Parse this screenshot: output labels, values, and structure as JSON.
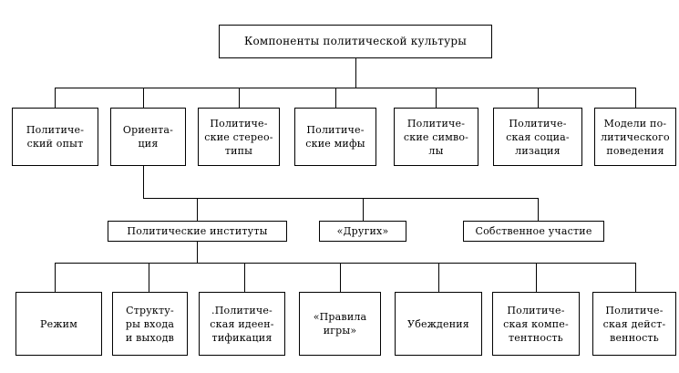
{
  "diagram": {
    "type": "hierarchical-org-chart",
    "language": "ru",
    "title_node": {
      "id": "root",
      "label": "Компоненты политической культуры"
    },
    "level2": [
      {
        "id": "l2-1",
        "label": "Политиче-\nский опыт"
      },
      {
        "id": "l2-2",
        "label": "Ориента-\nция"
      },
      {
        "id": "l2-3",
        "label": "Политиче-\nские стерео-\nтипы"
      },
      {
        "id": "l2-4",
        "label": "Политиче-\nские мифы"
      },
      {
        "id": "l2-5",
        "label": "Политиче-\nские симво-\nлы"
      },
      {
        "id": "l2-6",
        "label": "Политиче-\nская социа-\nлизация"
      },
      {
        "id": "l2-7",
        "label": "Модели по-\nлитического\nповедения"
      }
    ],
    "level3": [
      {
        "id": "l3-1",
        "label": "Политические институты"
      },
      {
        "id": "l3-2",
        "label": "«Других»"
      },
      {
        "id": "l3-3",
        "label": "Собственное участие"
      }
    ],
    "level4": [
      {
        "id": "l4-1",
        "label": "Режим"
      },
      {
        "id": "l4-2",
        "label": "Структу-\nры входа\nи выходв"
      },
      {
        "id": "l4-3",
        "label": ".Политиче-\nская идеен-\nтификация"
      },
      {
        "id": "l4-4",
        "label": "«Правила\nигры»"
      },
      {
        "id": "l4-5",
        "label": "Убеждения"
      },
      {
        "id": "l4-6",
        "label": "Политиче-\nская компе-\nтентность"
      },
      {
        "id": "l4-7",
        "label": "Политиче-\nская дейст-\nвенность"
      }
    ],
    "colors": {
      "line": "#000000",
      "box_fill": "#ffffff",
      "text": "#000000",
      "background": "#ffffff"
    }
  }
}
